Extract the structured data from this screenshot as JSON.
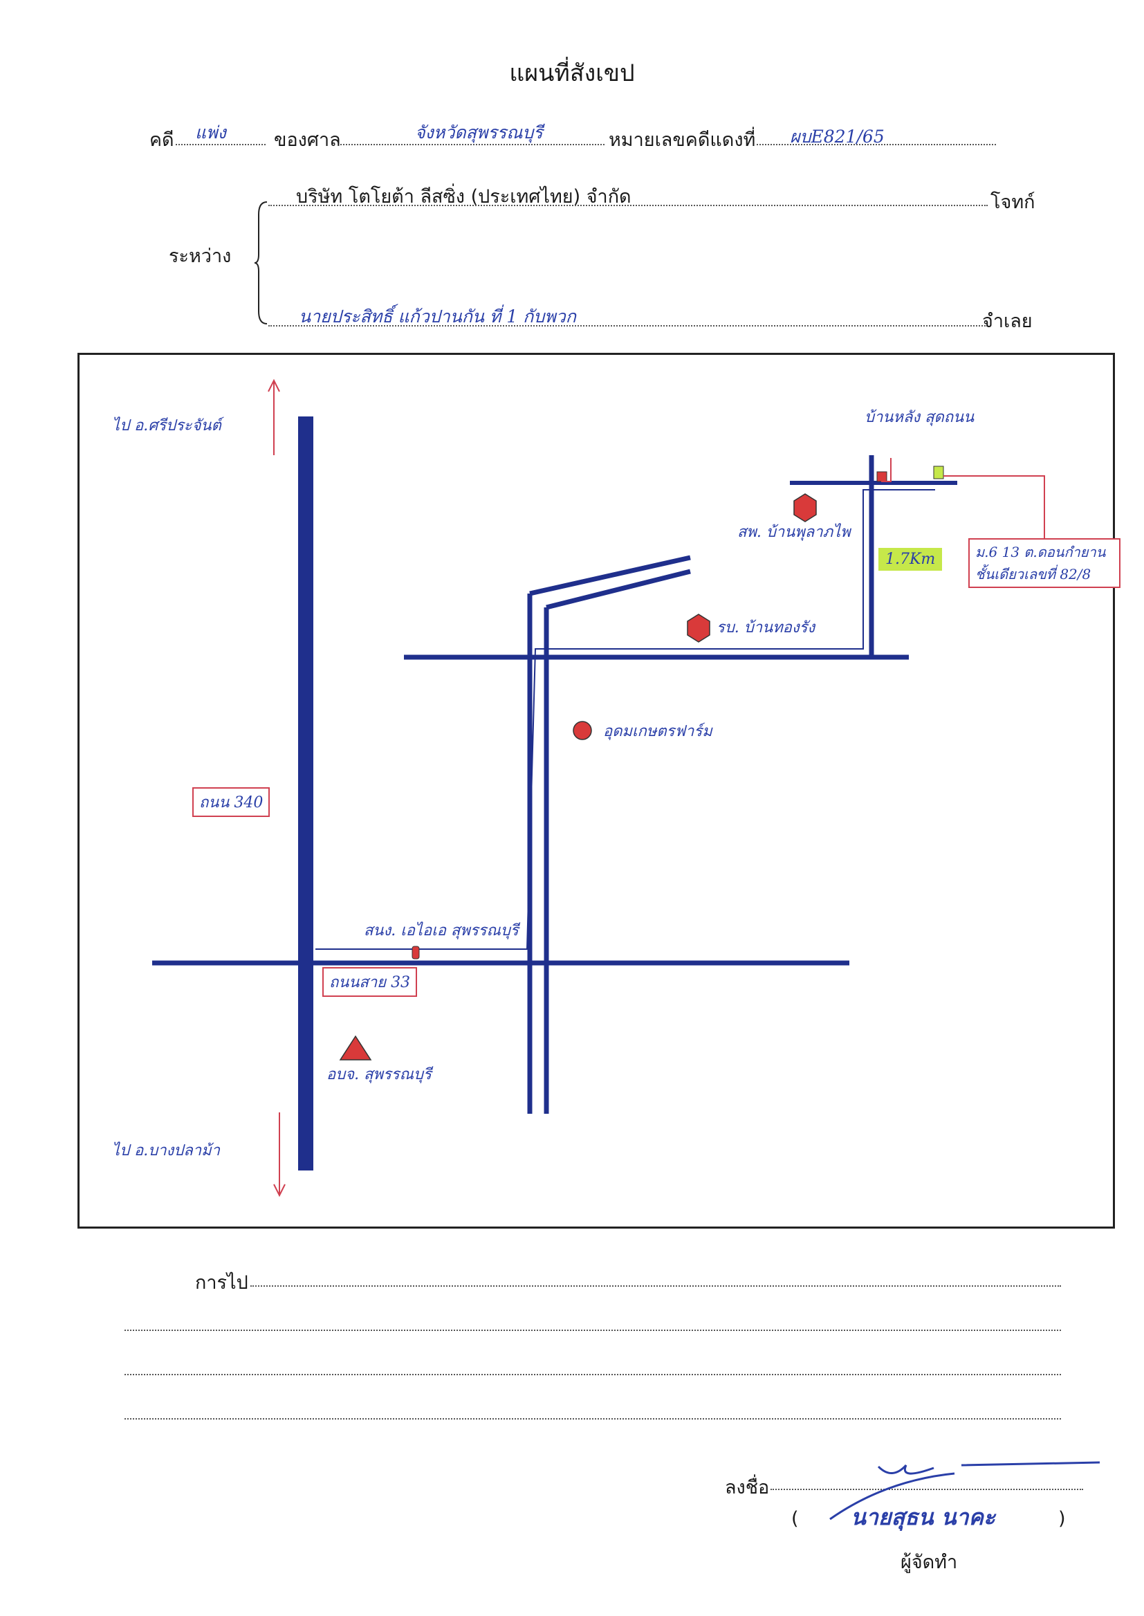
{
  "header": {
    "title": "แผนที่สังเขป"
  },
  "case": {
    "type_label": "คดี",
    "type_value": "แพ่ง",
    "court_label": "ของศาล",
    "court_value": "จังหวัดสุพรรณบุรี",
    "red_number_label": "หมายเลขคดีแดงที่",
    "red_number_value": "ผบE821/65"
  },
  "parties": {
    "between_label": "ระหว่าง",
    "plaintiff_name": "บริษัท โตโยต้า ลีสซิ่ง (ประเทศไทย) จำกัด",
    "plaintiff_label": "โจทก์",
    "defendant_name": "นายประสิทธิ์ แก้วปานกัน ที่ 1 กับพวก",
    "defendant_label": "จำเลย"
  },
  "map": {
    "labels": {
      "to_north": "ไป อ.ศรีประจันต์",
      "to_south": "ไป อ.บางปลาม้า",
      "road_340": "ถนน 340",
      "road_33": "ถนนสาย 33",
      "school_1": "สพ. บ้านพุลาภไพ",
      "school_2": "รบ. บ้านทองรัง",
      "farm": "อุดมเกษตรฟาร์ม",
      "branch": "สนง. เอไอเอ สุพรรณบุรี",
      "hospital": "อบจ. สุพรรณบุรี",
      "village": "บ้านหลัง สุดถนน",
      "distance": "1.7Km",
      "target": "ม.6 13 ต.ดอนกำยาน ชั้นเดียวเลขที่ 82/8"
    },
    "colors": {
      "road": "#1f2f8c",
      "marker": "#d93a3a",
      "annotation": "#d04050",
      "highlight": "#c6e84a"
    }
  },
  "footer": {
    "going_label": "การไป",
    "sign_label": "ลงชื่อ",
    "signer_name": "นายสุธน นาคะ",
    "open_paren": "(",
    "close_paren": ")",
    "role": "ผู้จัดทำ"
  }
}
